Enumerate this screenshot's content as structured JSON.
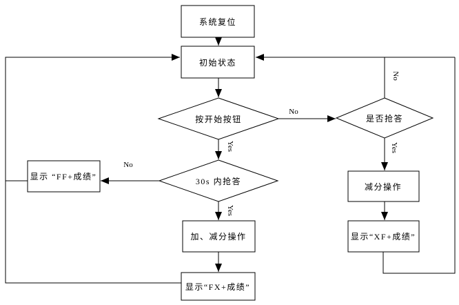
{
  "diagram": {
    "background_color": "#ffffff",
    "line_color": "#000000",
    "node_fill_color": "#ffffff",
    "nodes": {
      "sys_reset": {
        "label": "系统复位",
        "type": "process"
      },
      "init_state": {
        "label": "初始状态",
        "type": "process"
      },
      "press_start": {
        "label": "按开始按钮",
        "type": "decision"
      },
      "within_30s": {
        "label": "30s 内抢答",
        "type": "decision"
      },
      "whether_answer": {
        "label": "是否抢答",
        "type": "decision"
      },
      "display_ff": {
        "label": "显示 “FF+成绩”",
        "type": "process"
      },
      "add_sub_op": {
        "label": "加、减分操作",
        "type": "process"
      },
      "display_fx": {
        "label": "显示“FX+成绩”",
        "type": "process"
      },
      "sub_op": {
        "label": "减分操作",
        "type": "process"
      },
      "display_xf": {
        "label": "显示“XF+成绩”",
        "type": "process"
      }
    },
    "edge_labels": {
      "press_start_no": "No",
      "press_start_yes": "Yes",
      "within_30s_no": "No",
      "within_30s_yes": "Yes",
      "whether_answer_no": "No",
      "whether_answer_yes": "Yes"
    }
  }
}
